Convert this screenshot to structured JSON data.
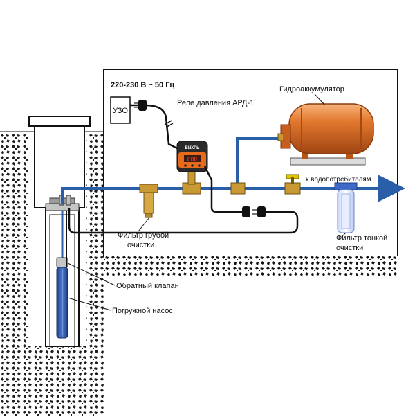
{
  "labels": {
    "power_spec": "220-230 В ~ 50 Гц",
    "uzo": "УЗО",
    "pressure_relay": "Реле давления АРД-1",
    "accumulator": "Гидроаккумулятор",
    "to_consumers": "к водопотребителям",
    "coarse_filter_line1": "Фильтр грубой",
    "coarse_filter_line2": "очистки",
    "fine_filter_line1": "Фильтр тонкой",
    "fine_filter_line2": "очистки",
    "check_valve": "Обратный клапан",
    "pump": "Погружной насос",
    "relay_brand": "ВИХРЬ",
    "relay_display": "888"
  },
  "colors": {
    "water_line": "#2a5ea8",
    "cable": "#111111",
    "tank": "#e2782e",
    "tank_dark": "#b9541a",
    "brass": "#c99a34",
    "relay_orange": "#e86a1c",
    "soil": "#111111"
  }
}
